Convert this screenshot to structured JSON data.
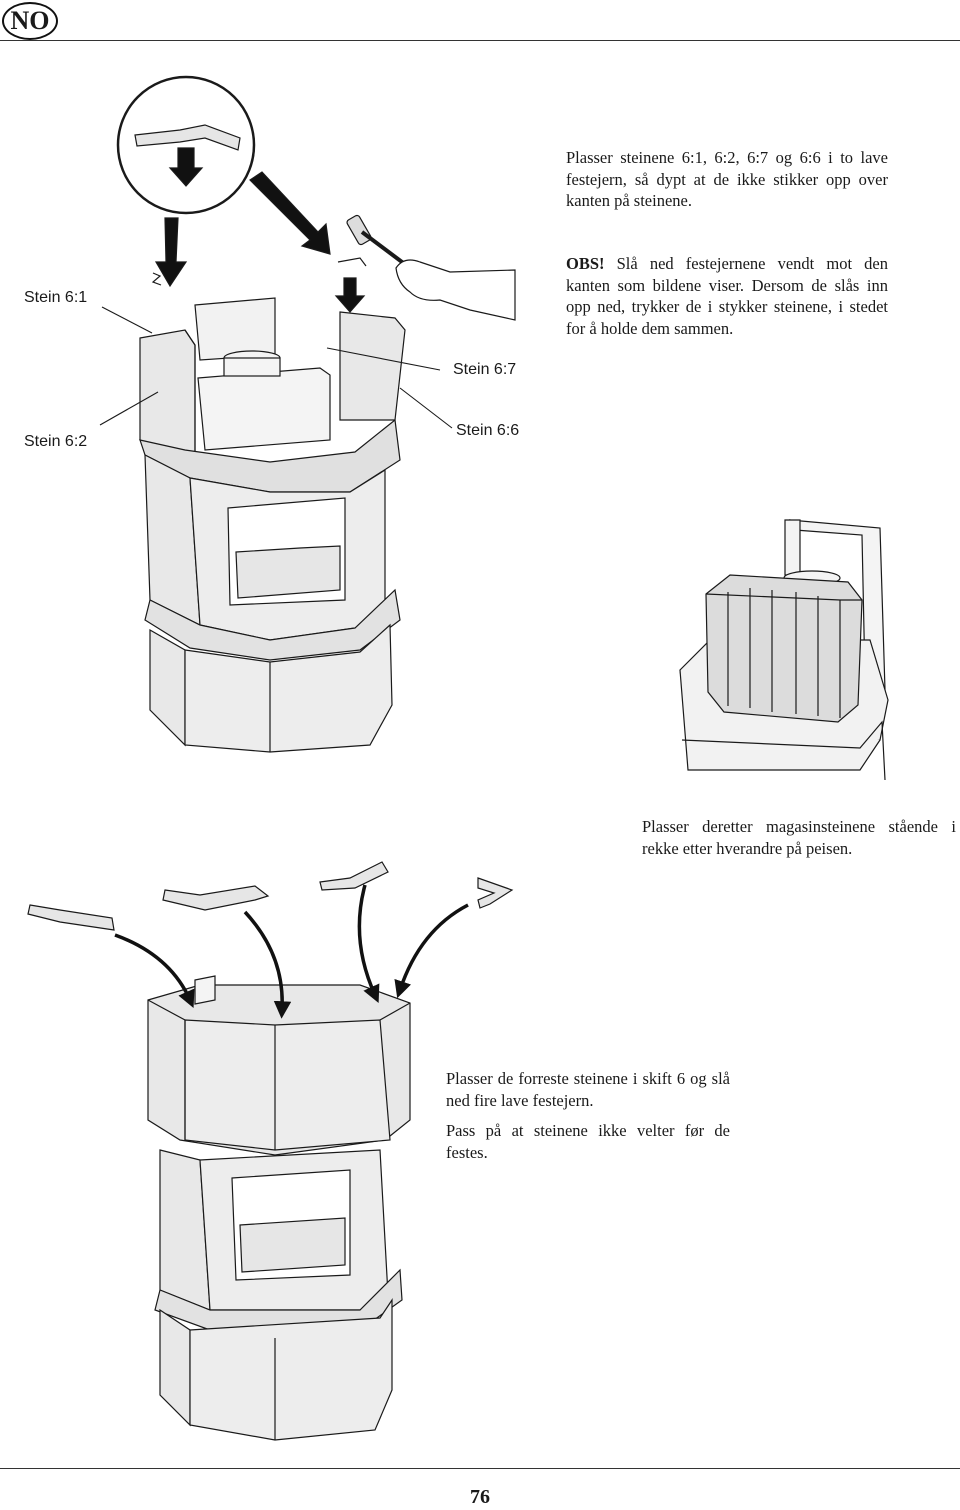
{
  "header": {
    "language_badge": "NO"
  },
  "section1": {
    "paragraph1": "Plasser steinene 6:1, 6:2, 6:7 og 6:6 i to lave festejern, så dypt at de ikke stikker opp over kanten på steinene.",
    "obs_label": "OBS!",
    "obs_text": " Slå ned festejernene vendt mot den kanten som bildene viser. Dersom de slås inn opp ned, trykker de i stykker steinene, i stedet for å holde dem sammen.",
    "labels": {
      "stein_6_1": "Stein 6:1",
      "stein_6_7": "Stein 6:7",
      "stein_6_2": "Stein 6:2",
      "stein_6_6": "Stein 6:6"
    }
  },
  "section2": {
    "paragraph": "Plasser deretter magasinsteinene stående i rekke etter hverandre på peisen."
  },
  "section3": {
    "paragraph1": "Plasser de forreste steinene i skift 6 og slå ned fire lave festejern.",
    "paragraph2": "Pass på at steinene ikke velter før de festes."
  },
  "footer": {
    "page_number": "76"
  },
  "colors": {
    "stone_fill": "#e8e8e8",
    "line": "#1a1a1a",
    "arrow": "#111111"
  }
}
